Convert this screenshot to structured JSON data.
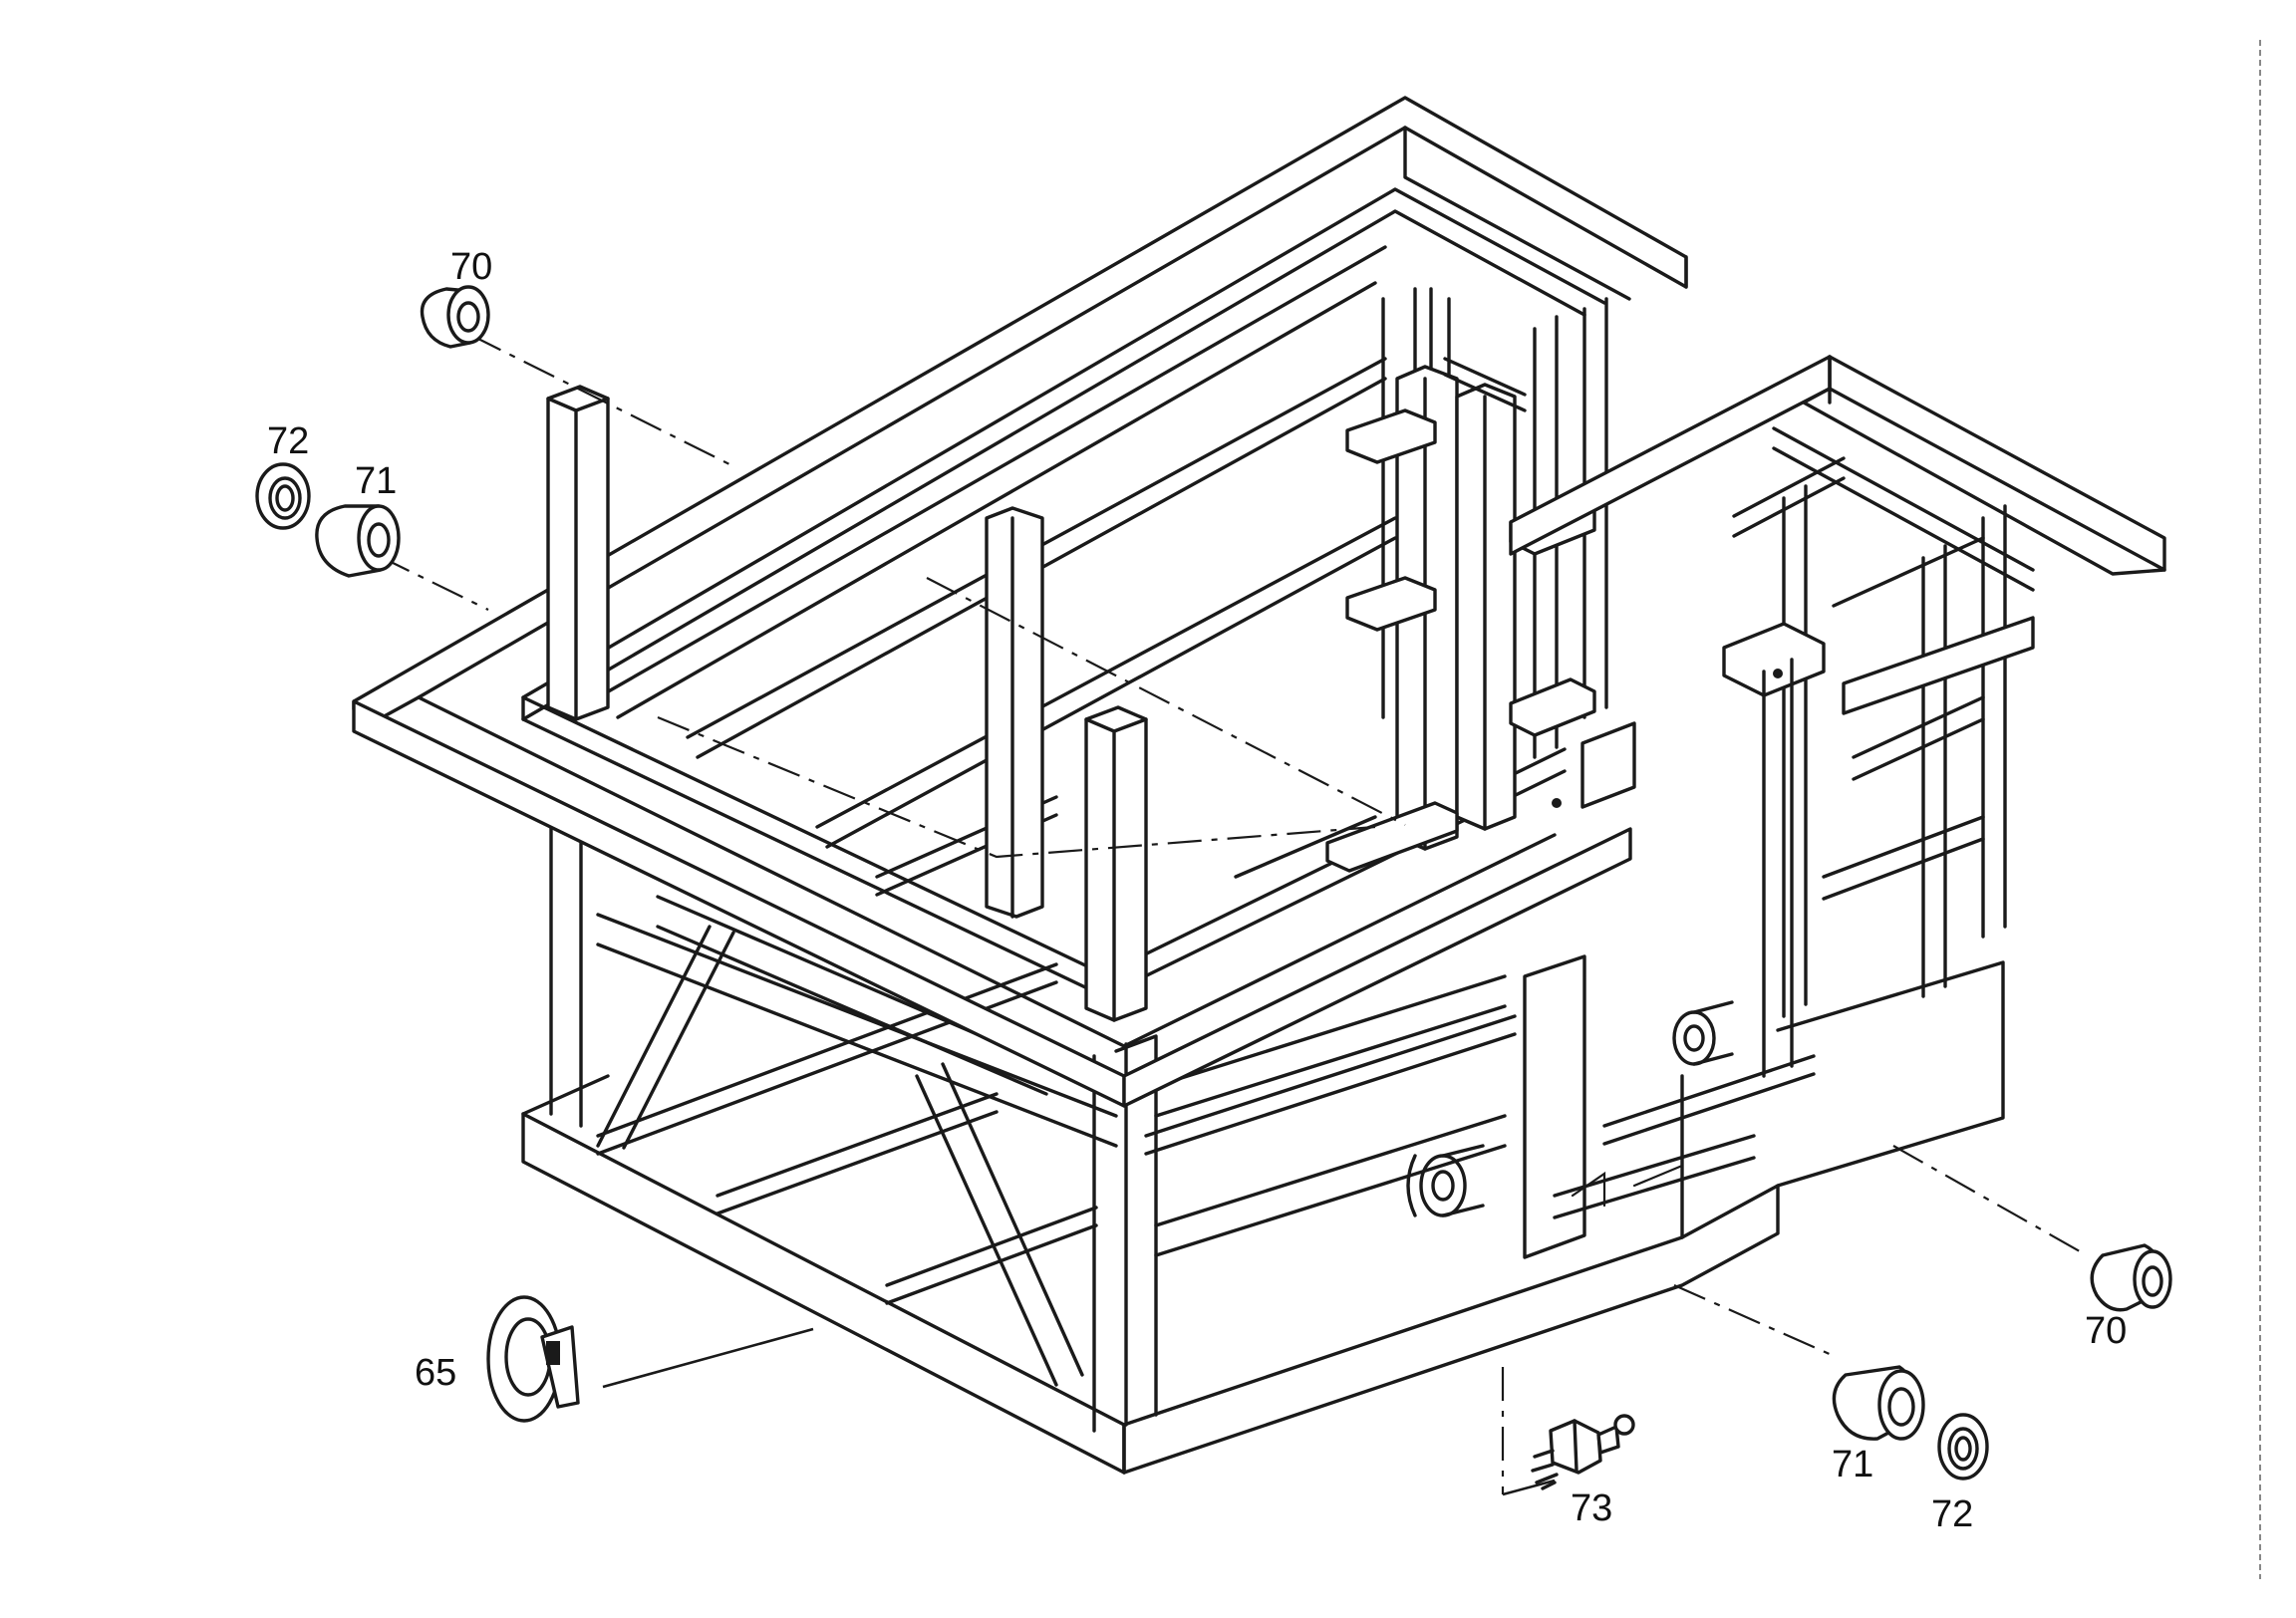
{
  "labels": {
    "p70_top": "70",
    "p72_left": "72",
    "p71_left": "71",
    "p65": "65",
    "p70_right": "70",
    "p71_right": "71",
    "p72_right": "72",
    "p73": "73"
  },
  "colors": {
    "line": "#1a1a1a",
    "background": "#ffffff"
  }
}
